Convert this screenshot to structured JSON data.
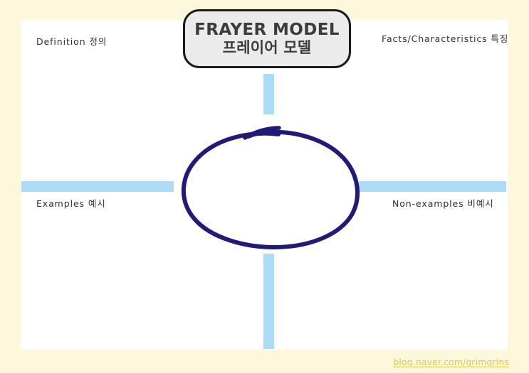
{
  "page": {
    "background_color": "#fdf8dc",
    "card_color": "#ffffff"
  },
  "title": {
    "english": "FRAYER MODEL",
    "korean": "프레이어 모델",
    "box_fill": "#ebebeb",
    "box_border": "#1b1b1b"
  },
  "quadrants": [
    {
      "id": "definition",
      "label": "Definition 정의"
    },
    {
      "id": "facts",
      "label": "Facts/Characteristics 특징"
    },
    {
      "id": "examples",
      "label": "Examples 예시"
    },
    {
      "id": "non-examples",
      "label": "Non-examples 비예시"
    }
  ],
  "dividers": {
    "color": "#aadcf6"
  },
  "center_shape": {
    "type": "hand-drawn-ellipse",
    "stroke_color": "#211a7a"
  },
  "footer": {
    "link_text": "blog.naver.com/grimgrins",
    "link_color": "#e0c845"
  }
}
